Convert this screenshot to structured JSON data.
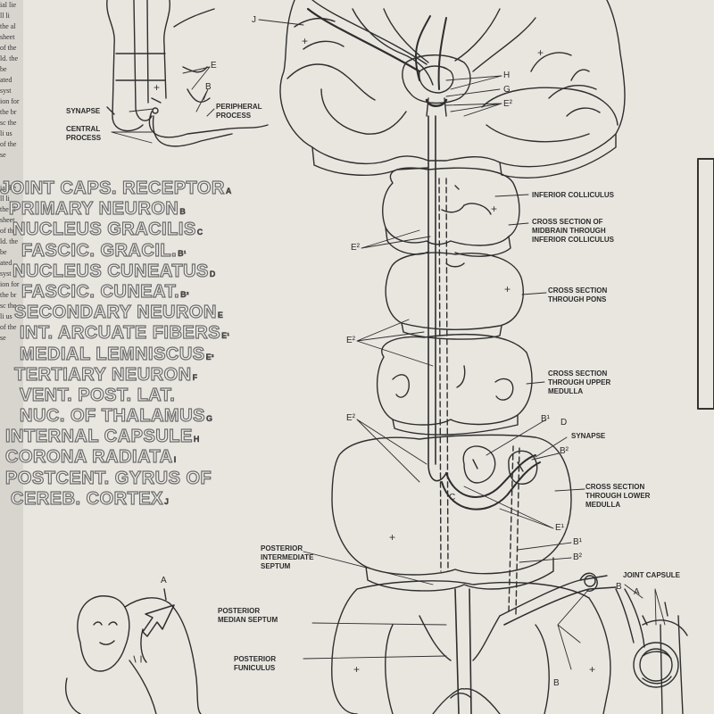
{
  "legend": [
    {
      "text": "JOINT CAPS. RECEPTOR",
      "sub": "A"
    },
    {
      "text": "PRIMARY NEURON",
      "sub": "B"
    },
    {
      "text": "NUCLEUS GRACILIS",
      "sub": "C"
    },
    {
      "text": "FASCIC. GRACIL.",
      "sub": "B¹"
    },
    {
      "text": "NUCLEUS CUNEATUS",
      "sub": "D"
    },
    {
      "text": "FASCIC. CUNEAT.",
      "sub": "B²"
    },
    {
      "text": "SECONDARY NEURON",
      "sub": "E"
    },
    {
      "text": "INT. ARCUATE FIBERS",
      "sub": "E¹"
    },
    {
      "text": "MEDIAL LEMNISCUS",
      "sub": "E²"
    },
    {
      "text": "TERTIARY NEURON",
      "sub": "F"
    },
    {
      "text": "VENT. POST. LAT.",
      "sub": ""
    },
    {
      "text": "NUC. OF THALAMUS",
      "sub": "G"
    },
    {
      "text": "INTERNAL CAPSULE",
      "sub": "H"
    },
    {
      "text": "CORONA RADIATA",
      "sub": "I"
    },
    {
      "text": "POSTCENT. GYRUS OF",
      "sub": ""
    },
    {
      "text": "CEREB. CORTEX",
      "sub": "J"
    }
  ],
  "labels": {
    "synapse_top": "SYNAPSE",
    "central_process": "CENTRAL\nPROCESS",
    "peripheral_process": "PERIPHERAL\nPROCESS",
    "inferior_colliculus": "INFERIOR COLLICULUS",
    "cs_midbrain": "CROSS SECTION OF\nMIDBRAIN THROUGH\nINFERIOR COLLICULUS",
    "cs_pons": "CROSS SECTION\nTHROUGH PONS",
    "cs_upper_medulla": "CROSS SECTION\nTHROUGH UPPER\nMEDULLA",
    "synapse_mid": "SYNAPSE",
    "cs_lower_medulla": "CROSS SECTION\nTHROUGH LOWER\nMEDULLA",
    "post_int_septum": "POSTERIOR\nINTERMEDIATE\nSEPTUM",
    "post_med_septum": "POSTERIOR\nMEDIAN SEPTUM",
    "post_funiculus": "POSTERIOR\nFUNICULUS",
    "joint_capsule": "JOINT CAPSULE"
  },
  "letters": {
    "J": "J",
    "H": "H",
    "G": "G",
    "E2_top": "E²",
    "E_top": "E",
    "B_top": "B",
    "E2_mid": "E²",
    "E2_pons": "E²",
    "E2_low": "E²",
    "B1_mid": "B¹",
    "D": "D",
    "B2_mid": "B²",
    "C": "C",
    "E1": "E¹",
    "B1_low": "B¹",
    "B2_low": "B²",
    "B_sp": "B",
    "A_jc": "A",
    "B_jc": "B",
    "A_arrow": "A"
  },
  "edge_text": "ial lie ll li the al sheet of the ld. the be ated syst ion for the br sc the li us of the se"
}
